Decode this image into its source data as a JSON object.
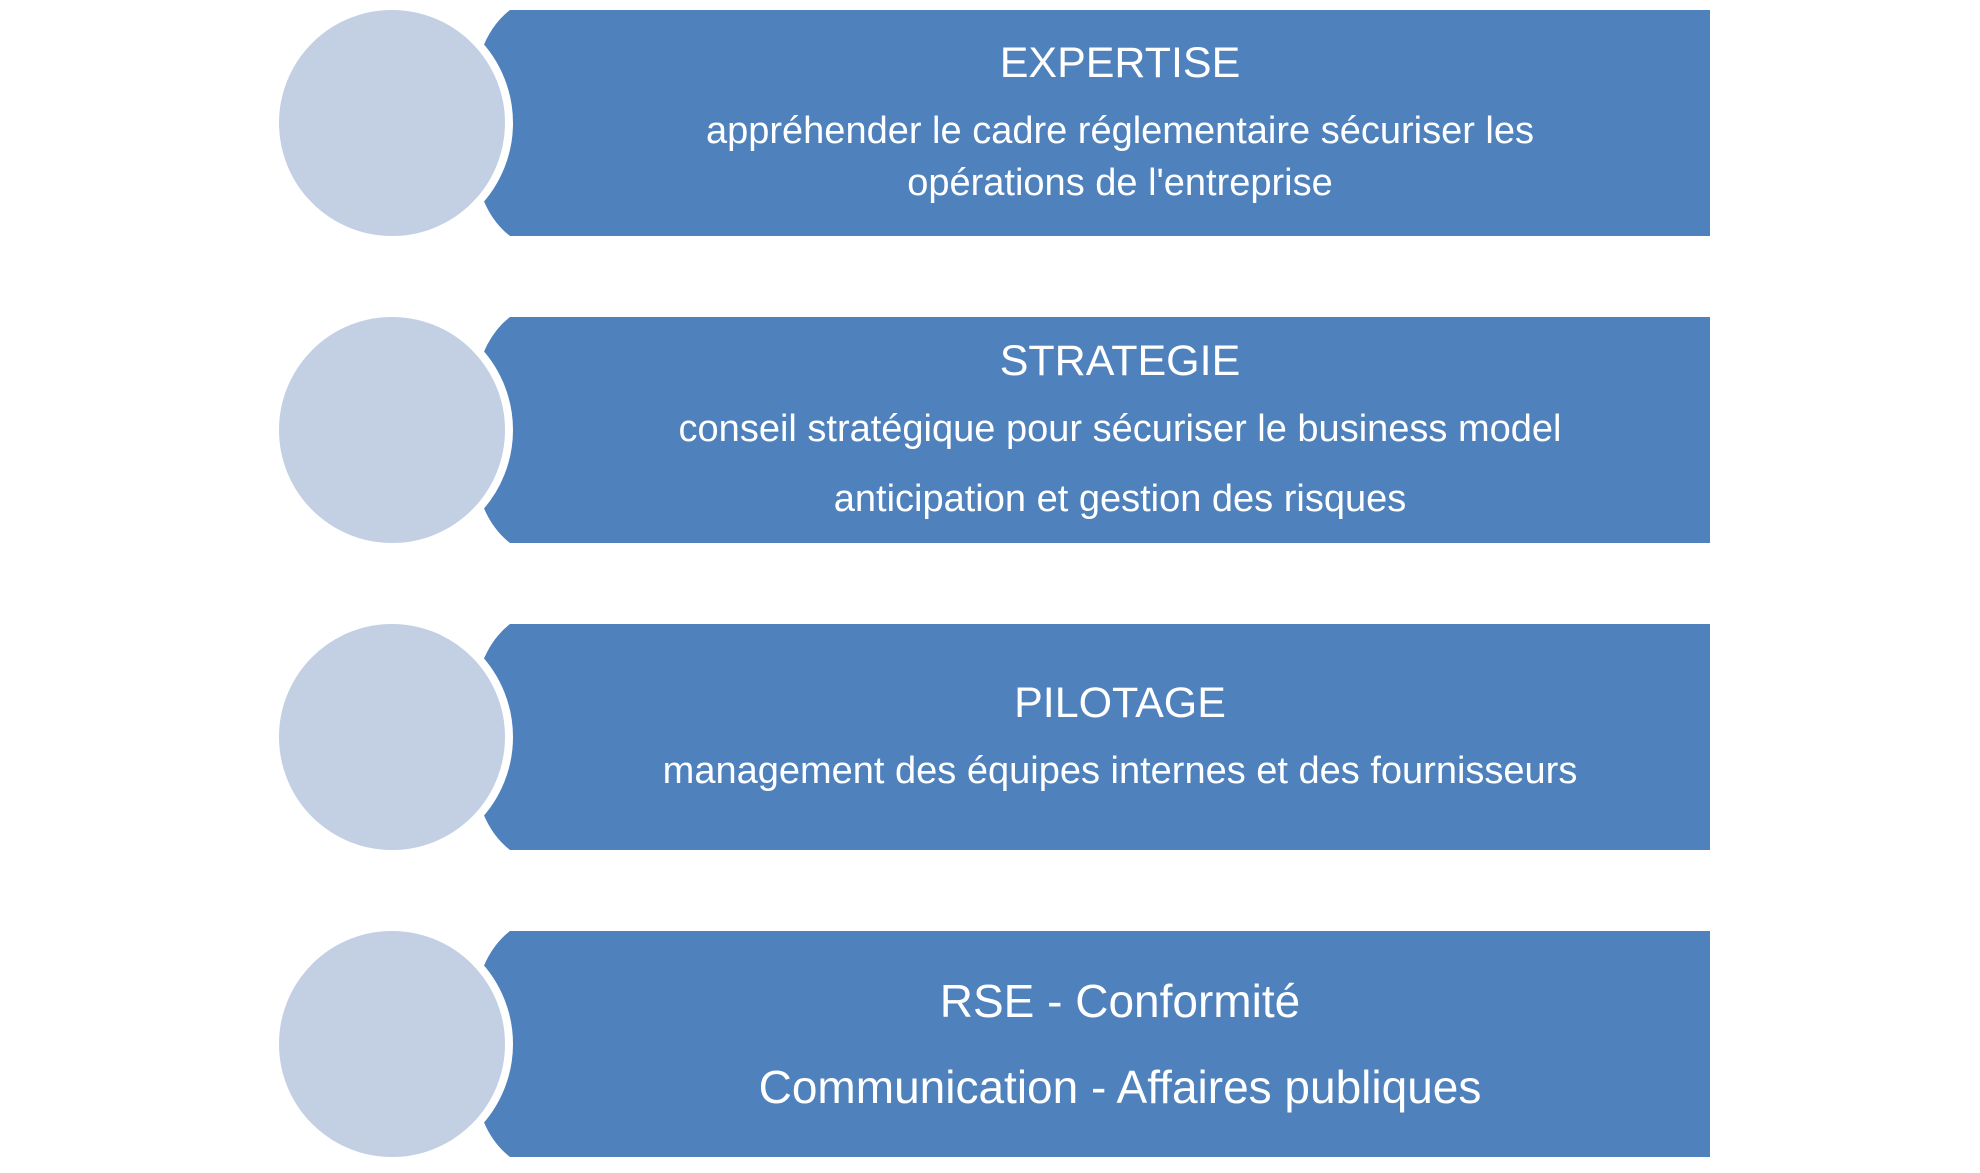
{
  "colors": {
    "banner": "#4f81bd",
    "circle": "#c3cfe3",
    "circle_border": "#ffffff",
    "text": "#ffffff"
  },
  "items": [
    {
      "title": "EXPERTISE",
      "lines": [
        "appréhender le cadre réglementaire sécuriser les",
        "opérations de l'entreprise"
      ]
    },
    {
      "title": "STRATEGIE",
      "lines": [
        "conseil stratégique pour sécuriser le business model",
        "anticipation et gestion des risques"
      ]
    },
    {
      "title": "PILOTAGE",
      "lines": [
        "management des équipes internes et des fournisseurs"
      ]
    },
    {
      "title": "RSE - Conformité",
      "lines": [
        "Communication - Affaires publiques"
      ]
    }
  ]
}
